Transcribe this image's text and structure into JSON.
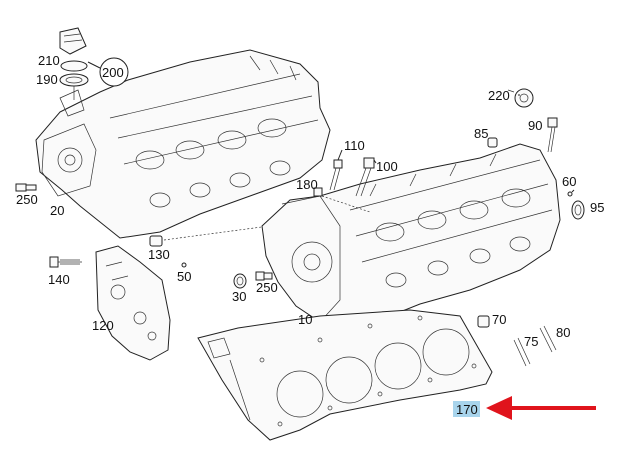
{
  "diagram": {
    "labels": [
      {
        "id": "p210",
        "text": "210"
      },
      {
        "id": "p200",
        "text": "200"
      },
      {
        "id": "p190",
        "text": "190"
      },
      {
        "id": "p250a",
        "text": "250"
      },
      {
        "id": "p20",
        "text": "20"
      },
      {
        "id": "p220",
        "text": "220"
      },
      {
        "id": "p85",
        "text": "85"
      },
      {
        "id": "p90",
        "text": "90"
      },
      {
        "id": "p110",
        "text": "110"
      },
      {
        "id": "p100",
        "text": "100"
      },
      {
        "id": "p180",
        "text": "180"
      },
      {
        "id": "p60",
        "text": "60"
      },
      {
        "id": "p95",
        "text": "95"
      },
      {
        "id": "p130",
        "text": "130"
      },
      {
        "id": "p140",
        "text": "140"
      },
      {
        "id": "p50",
        "text": "50"
      },
      {
        "id": "p30",
        "text": "30"
      },
      {
        "id": "p250b",
        "text": "250"
      },
      {
        "id": "p120",
        "text": "120"
      },
      {
        "id": "p10",
        "text": "10"
      },
      {
        "id": "p70",
        "text": "70"
      },
      {
        "id": "p80",
        "text": "80"
      },
      {
        "id": "p75",
        "text": "75"
      },
      {
        "id": "p170",
        "text": "170"
      }
    ],
    "highlight_color": "#a8d4ec",
    "arrow_color": "#e0141c"
  }
}
